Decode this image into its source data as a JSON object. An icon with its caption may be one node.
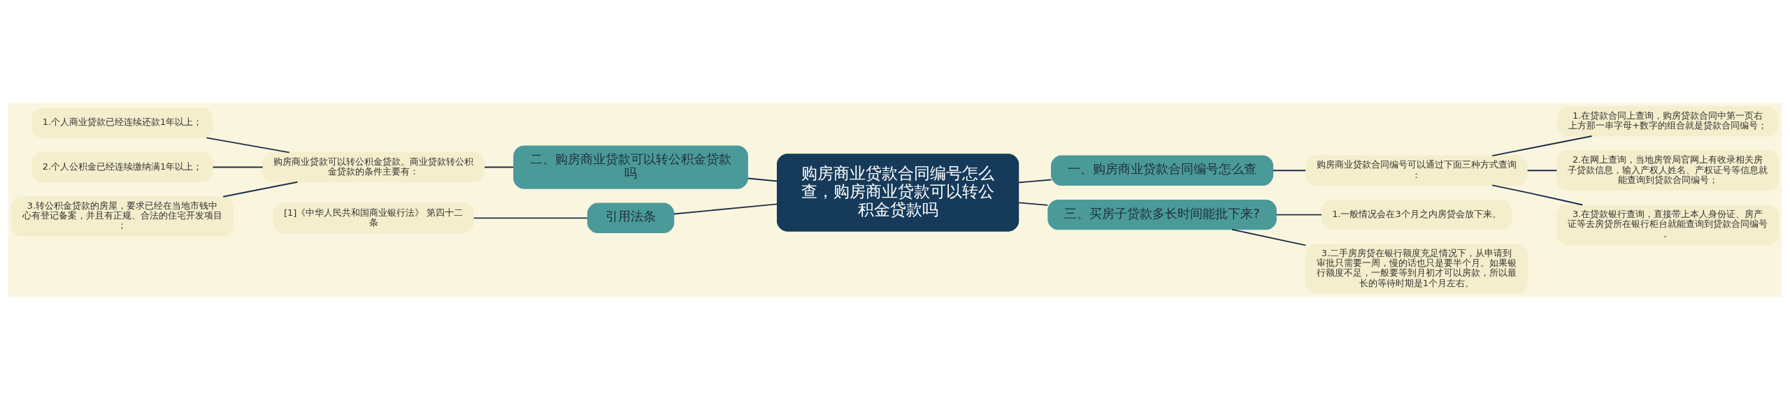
{
  "diagram": {
    "nodes": [
      {
        "text": [
          "购房商业贷款合同编号怎么查，购房商业贷款可以转公积金贷款吗"
        ]
      },
      {
        "text": [
          "一、购房商业贷款合同编号怎么查"
        ]
      },
      {
        "text": [
          "购房商业贷款合同编号可以通过下面三种方式查询："
        ]
      },
      {
        "text": [
          "1.在贷款合同上查询，购房贷款合同中第一页右上方那一串字母+数字的组合就是贷款合同编号；"
        ]
      },
      {
        "text": [
          "2.在网上查询，当地房管局官网上有收录相关房子贷款信息，输入产权人姓名、产权证号等信息就能查询到贷款合同编号；"
        ]
      },
      {
        "text": [
          "3.在贷款银行查询，直接带上本人身份证、房产证等去房贷所在银行柜台就能查询到贷款合同编号。"
        ]
      },
      {
        "text": [
          "三、买房子贷款多长时间能批下来?"
        ]
      },
      {
        "text": [
          "1.一般情况会在3个月之内房贷会放下来。"
        ]
      },
      {
        "text": [
          "3.二手房房贷在银行额度充足情况下，从申请到审批只需要一周，慢的话也只是要半个月。如果银行额度不足，一般要等到月初才可以房款，所以最长的等待时期是1个月左右。"
        ]
      },
      {
        "text": [
          "二、购房商业贷款可以转公积金贷款吗"
        ]
      },
      {
        "text": [
          "购房商业贷款可以转公积金贷款。商业贷款转公积金贷款的条件主要有："
        ]
      },
      {
        "text": [
          "1.个人商业贷款已经连续还款1年以上；"
        ]
      },
      {
        "text": [
          "2.个人公积金已经连续缴纳满1年以上；"
        ]
      },
      {
        "text": [
          "3.转公积金贷款的房屋，要求已经在当地市钱中心有登记备案，并且有正规、合法的住宅开发项目；"
        ]
      },
      {
        "text": [
          "引用法条"
        ]
      },
      {
        "text": [
          "[1]《中华人民共和国商业银行法》 第四十二条"
        ]
      }
    ],
    "edges": [
      {
        "from": 0,
        "to": 1,
        "arrow": "none"
      },
      {
        "from": 1,
        "to": 2,
        "arrow": "none"
      },
      {
        "from": 2,
        "to": 3,
        "arrow": "none"
      },
      {
        "from": 2,
        "to": 4,
        "arrow": "none"
      },
      {
        "from": 2,
        "to": 5,
        "arrow": "none"
      },
      {
        "from": 0,
        "to": 6,
        "arrow": "none"
      },
      {
        "from": 6,
        "to": 7,
        "arrow": "none"
      },
      {
        "from": 6,
        "to": 8,
        "arrow": "none"
      },
      {
        "from": 0,
        "to": 9,
        "arrow": "none"
      },
      {
        "from": 9,
        "to": 10,
        "arrow": "none"
      },
      {
        "from": 10,
        "to": 11,
        "arrow": "none"
      },
      {
        "from": 10,
        "to": 12,
        "arrow": "none"
      },
      {
        "from": 10,
        "to": 13,
        "arrow": "none"
      },
      {
        "from": 0,
        "to": 14,
        "arrow": "none"
      },
      {
        "from": 14,
        "to": 15,
        "arrow": "none"
      }
    ]
  }
}
